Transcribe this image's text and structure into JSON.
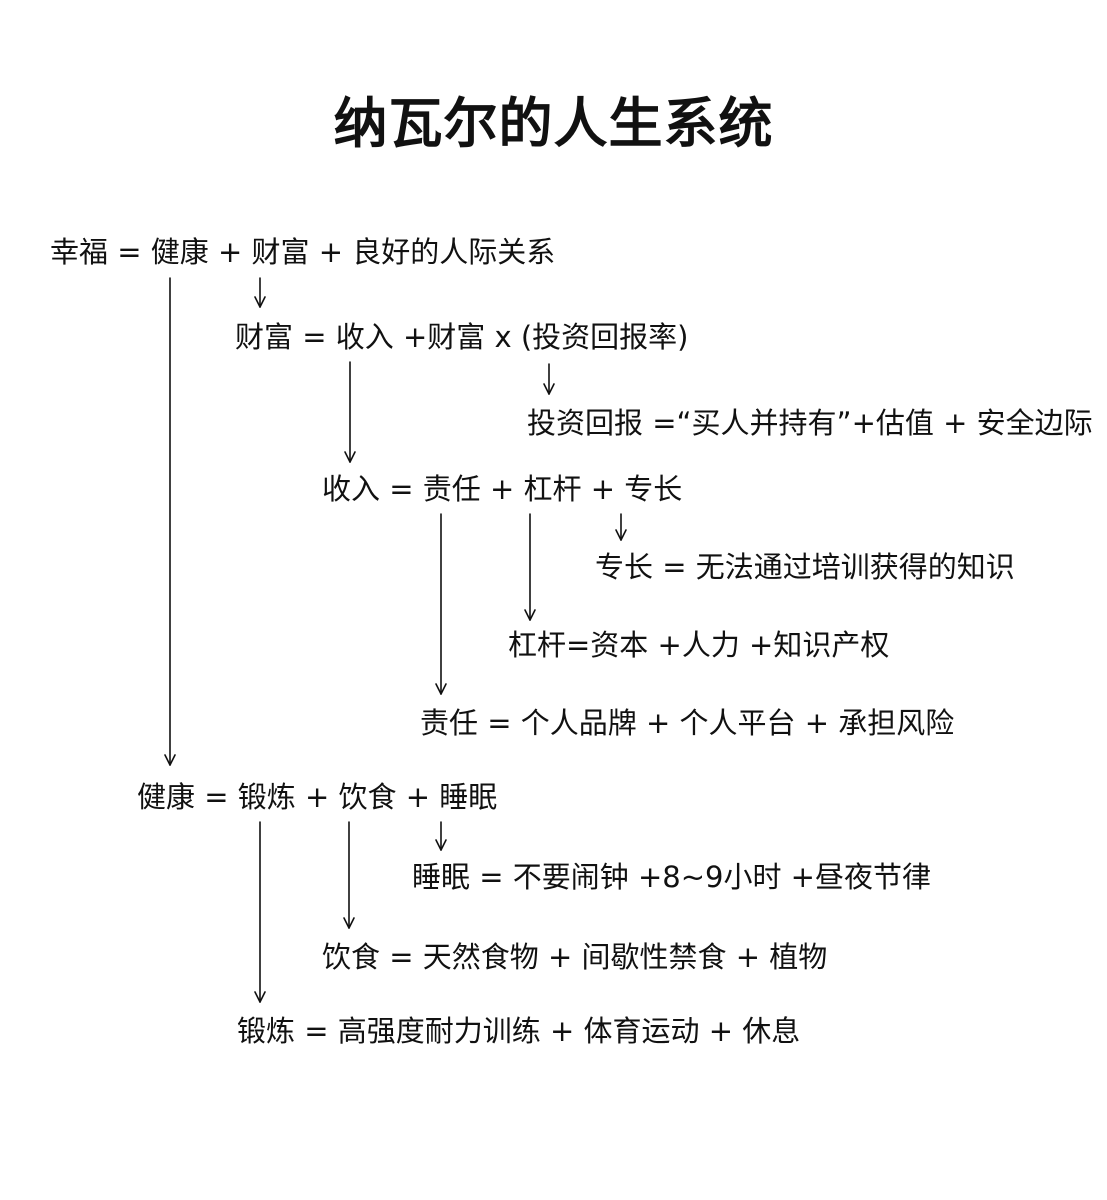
{
  "title": "纳瓦尔的人生系统",
  "lines": {
    "happiness": "幸福 = 健康 + 财富 + 良好的人际关系",
    "wealth": "财富 = 收入 +财富 x (投资回报率)",
    "investment_return": "投资回报 =“买人并持有”+估值 + 安全边际",
    "income": "收入 = 责任 + 杠杆 + 专长",
    "expertise": "专长 = 无法通过培训获得的知识",
    "leverage": "杠杆=资本 +人力 +知识产权",
    "responsibility": "责任 = 个人品牌 + 个人平台 + 承担风险",
    "health": "健康 = 锻炼 + 饮食 + 睡眠",
    "sleep": "睡眠 = 不要闹钟 +8~9小时 +昼夜节律",
    "diet": "饮食 =  天然食物 + 间歇性禁食 + 植物",
    "exercise": "锻炼 = 高强度耐力训练 + 体育运动 + 休息"
  }
}
